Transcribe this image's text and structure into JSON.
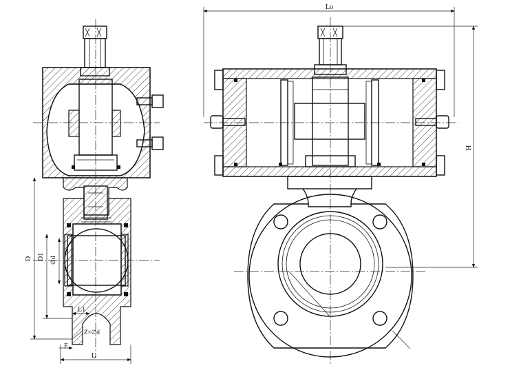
{
  "dimension_labels": {
    "lo": "Lo",
    "h": "H",
    "d": "D",
    "d1": "D1",
    "dn": "∅d",
    "l1": "L1",
    "z": "Z×∅d",
    "f": "F",
    "l": "L"
  }
}
